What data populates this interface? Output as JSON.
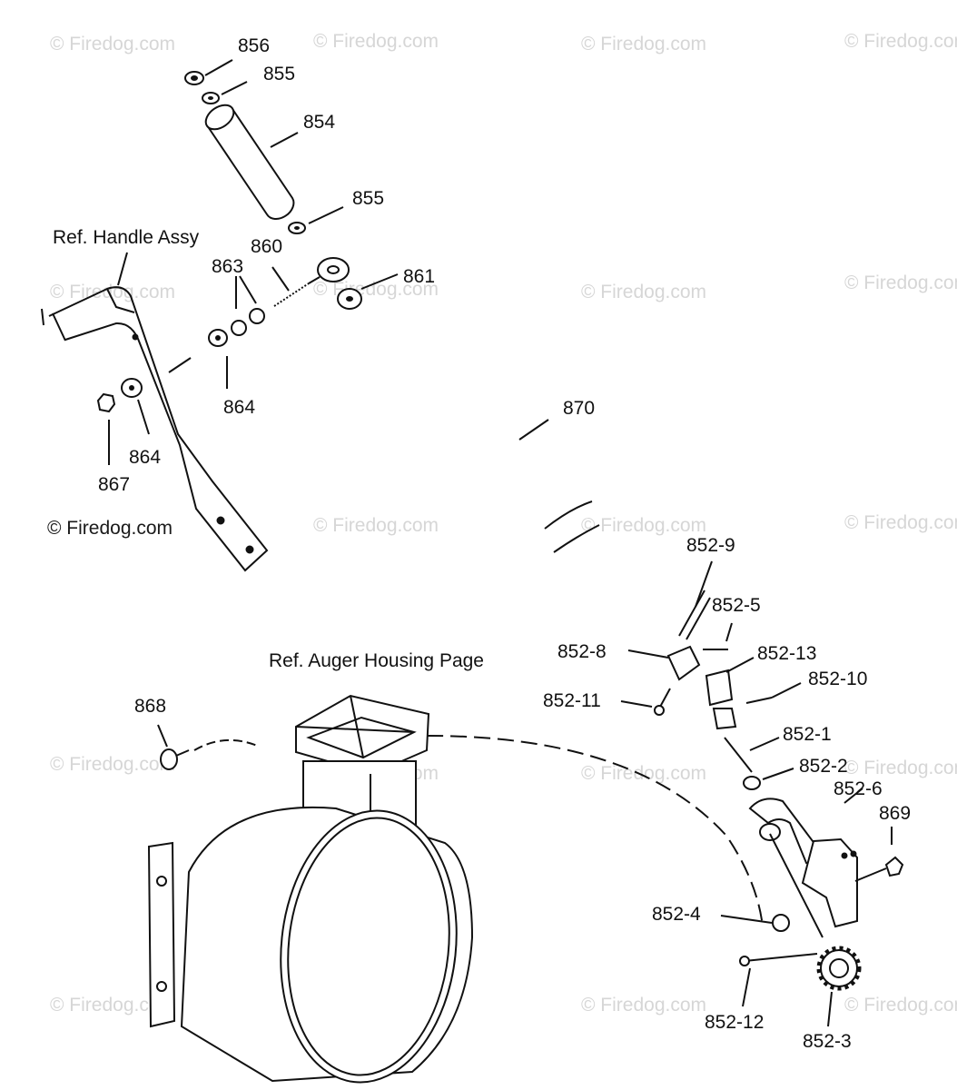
{
  "diagram": {
    "watermark": "© Firedog.com",
    "watermark_main": "© Firedog.com",
    "references": {
      "handle": "Ref. Handle Assy",
      "auger_housing": "Ref. Auger Housing Page"
    },
    "parts": {
      "p856": "856",
      "p855a": "855",
      "p854": "854",
      "p855b": "855",
      "p860": "860",
      "p863": "863",
      "p861": "861",
      "p864a": "864",
      "p864b": "864",
      "p867": "867",
      "p870": "870",
      "p852_9": "852-9",
      "p852_5": "852-5",
      "p852_8": "852-8",
      "p852_13": "852-13",
      "p852_10": "852-10",
      "p852_11": "852-11",
      "p852_1": "852-1",
      "p852_2": "852-2",
      "p852_6": "852-6",
      "p868": "868",
      "p869": "869",
      "p852_4": "852-4",
      "p852_12": "852-12",
      "p852_3": "852-3"
    }
  }
}
